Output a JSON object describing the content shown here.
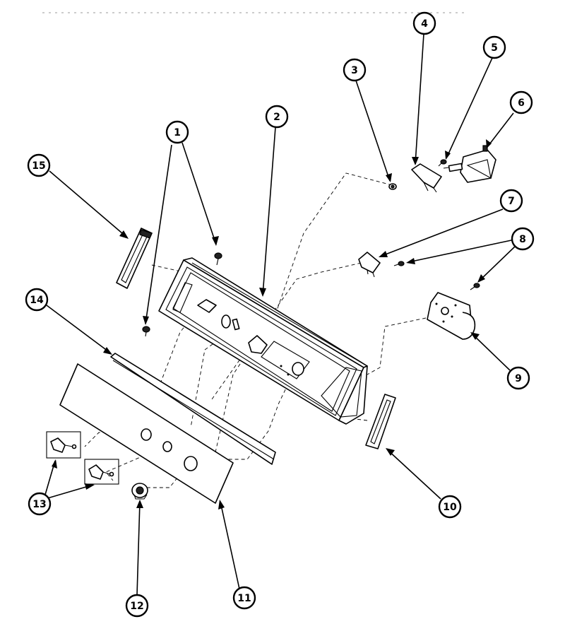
{
  "header_note": "",
  "callouts": [
    {
      "id": "c1",
      "label": "1"
    },
    {
      "id": "c2",
      "label": "2"
    },
    {
      "id": "c3",
      "label": "3"
    },
    {
      "id": "c4",
      "label": "4"
    },
    {
      "id": "c5",
      "label": "5"
    },
    {
      "id": "c6",
      "label": "6"
    },
    {
      "id": "c7",
      "label": "7"
    },
    {
      "id": "c8",
      "label": "8"
    },
    {
      "id": "c9",
      "label": "9"
    },
    {
      "id": "c10",
      "label": "10"
    },
    {
      "id": "c11",
      "label": "11"
    },
    {
      "id": "c12",
      "label": "12"
    },
    {
      "id": "c13",
      "label": "13"
    },
    {
      "id": "c14",
      "label": "14"
    },
    {
      "id": "c15",
      "label": "15"
    }
  ]
}
